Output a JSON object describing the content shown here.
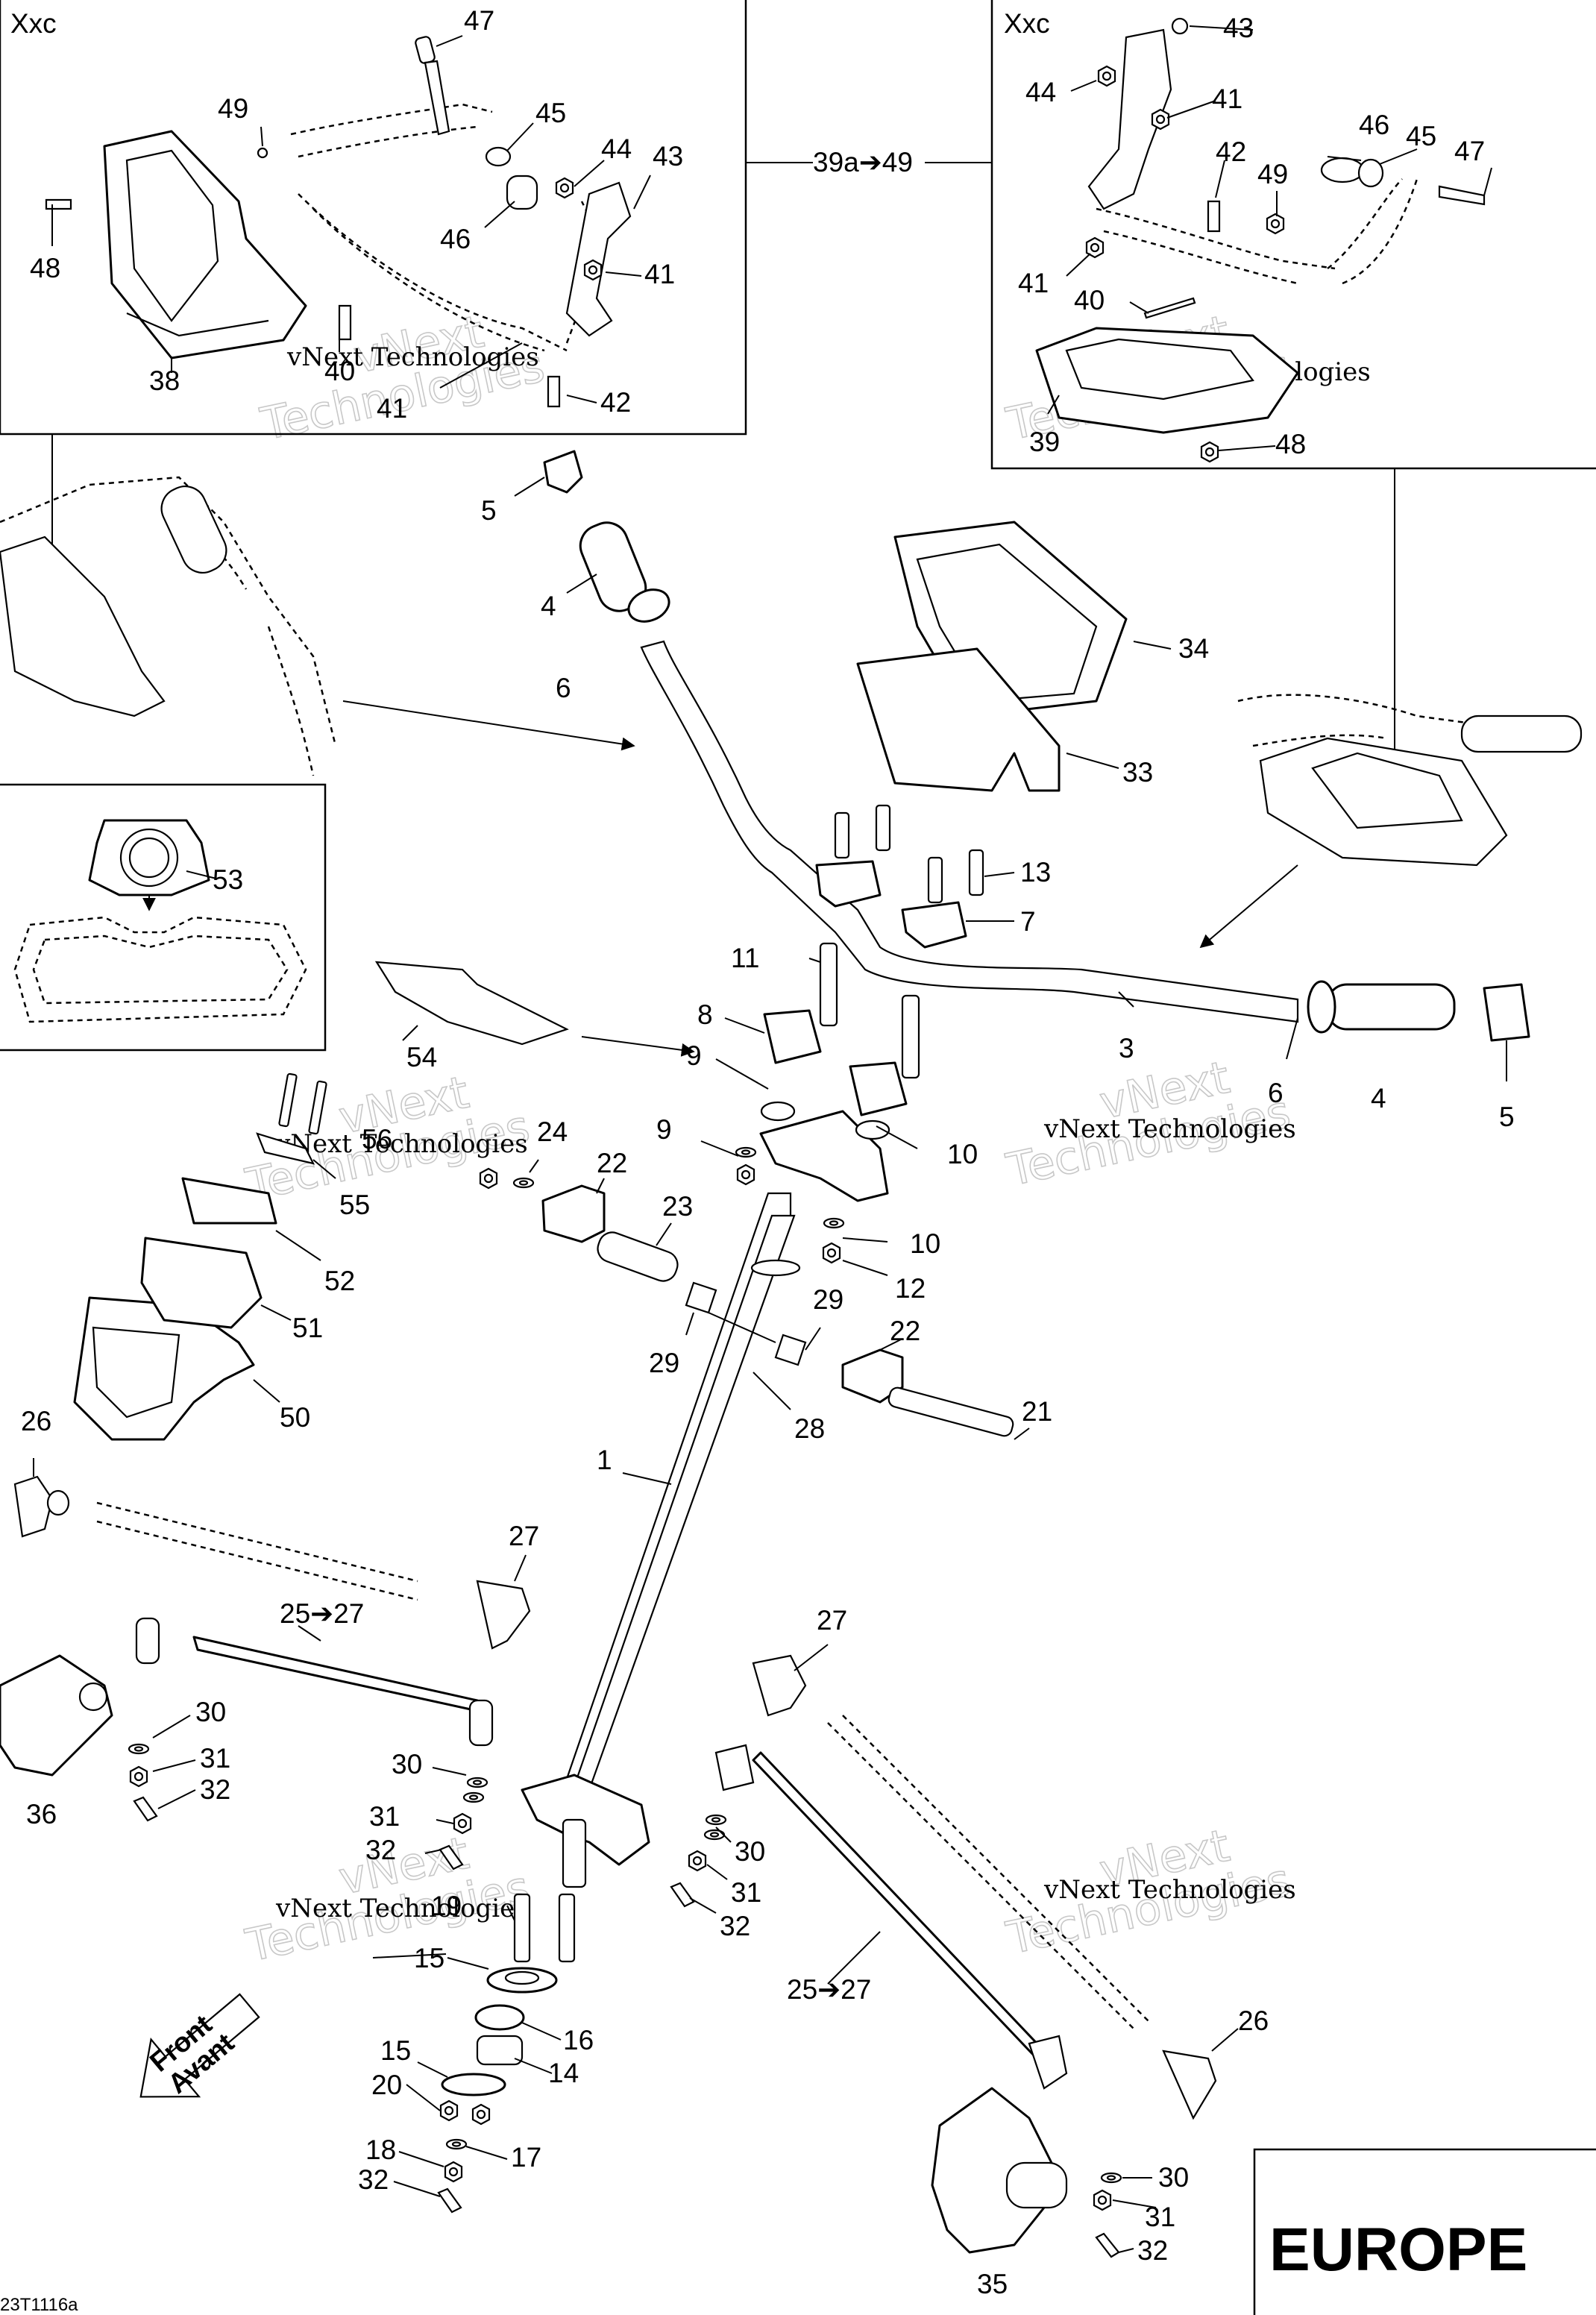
{
  "diagram": {
    "region_label": "EUROPE",
    "drawing_code": "23T1116a",
    "inset_labels": [
      "Xxc",
      "Xxc"
    ],
    "cross_reference": "39a➔49",
    "front_marker": {
      "line1": "Front",
      "line2": "Avant"
    },
    "watermark": {
      "line1": "vNext",
      "line2": "Technologies",
      "brand": "vNext Technologies"
    },
    "callouts": {
      "c1": "1",
      "c3": "3",
      "c4a": "4",
      "c4b": "4",
      "c5a": "5",
      "c5b": "5",
      "c6a": "6",
      "c6b": "6",
      "c7": "7",
      "c8": "8",
      "c9a": "9",
      "c9b": "9",
      "c10a": "10",
      "c10b": "10",
      "c11": "11",
      "c12": "12",
      "c13": "13",
      "c14": "14",
      "c15a": "15",
      "c15b": "15",
      "c16": "16",
      "c17": "17",
      "c18": "18",
      "c19": "19",
      "c20": "20",
      "c21": "21",
      "c22a": "22",
      "c22b": "22",
      "c23": "23",
      "c24": "24",
      "c25a": "25➔27",
      "c25b": "25➔27",
      "c26a": "26",
      "c26b": "26",
      "c27a": "27",
      "c27b": "27",
      "c28": "28",
      "c29a": "29",
      "c29b": "29",
      "c30a": "30",
      "c30b": "30",
      "c30c": "30",
      "c30d": "30",
      "c31a": "31",
      "c31b": "31",
      "c31c": "31",
      "c31d": "31",
      "c32a": "32",
      "c32b": "32",
      "c32c": "32",
      "c32d": "32",
      "c32e": "32",
      "c33": "33",
      "c34": "34",
      "c35": "35",
      "c36": "36",
      "c38": "38",
      "c39": "39",
      "c40a": "40",
      "c40b": "40",
      "c41a": "41",
      "c41b": "41",
      "c41c": "41",
      "c41d": "41",
      "c42a": "42",
      "c42b": "42",
      "c43a": "43",
      "c43b": "43",
      "c44a": "44",
      "c44b": "44",
      "c45a": "45",
      "c45b": "45",
      "c46a": "46",
      "c46b": "46",
      "c47a": "47",
      "c47b": "47",
      "c48a": "48",
      "c48b": "48",
      "c49a": "49",
      "c49b": "49",
      "c50": "50",
      "c51": "51",
      "c52": "52",
      "c53": "53",
      "c54": "54",
      "c55": "55",
      "c56": "56"
    }
  }
}
